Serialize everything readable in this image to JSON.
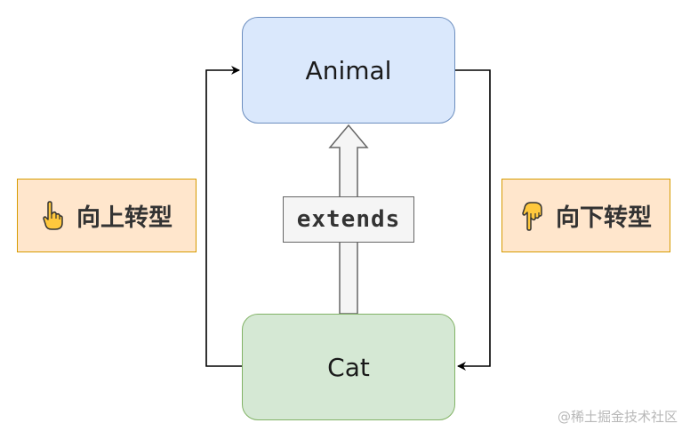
{
  "nodes": {
    "parent": "Animal",
    "child": "Cat",
    "relation": "extends"
  },
  "notes": {
    "upcast": {
      "icon": "pointing-up-hand-icon",
      "label": "向上转型"
    },
    "downcast": {
      "icon": "pointing-down-hand-icon",
      "label": "向下转型"
    }
  },
  "watermark": "@稀土掘金技术社区",
  "colors": {
    "parent_fill": "#dae8fc",
    "parent_stroke": "#6c8ebf",
    "child_fill": "#d5e8d4",
    "child_stroke": "#82b366",
    "note_fill": "#ffe6cc",
    "note_stroke": "#d79b00"
  }
}
